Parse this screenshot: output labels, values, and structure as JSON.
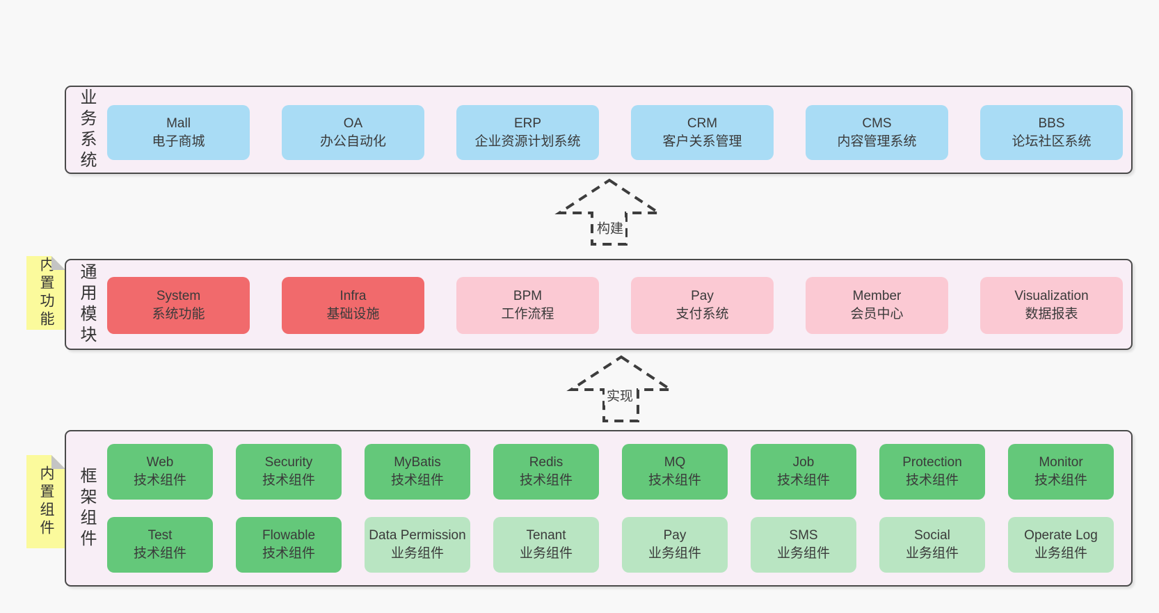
{
  "colors": {
    "blue": "#a9dcf5",
    "red": "#f16a6c",
    "pink": "#fbc9d3",
    "green": "#64c87a",
    "lightgreen": "#b9e5c2",
    "container_fill": "#f8eef6",
    "container_border": "#4a4a4a",
    "tab_yellow": "#fbfa9c",
    "tab_fold_gray": "#c4c4c4",
    "page_background": "#f8f8f8"
  },
  "arrows": [
    {
      "label": "构建"
    },
    {
      "label": "实现"
    }
  ],
  "layers": [
    {
      "side_label": "业务系统",
      "tab": "",
      "rows": [
        [
          {
            "name": "Mall",
            "desc": "电子商城",
            "variant": "blue"
          },
          {
            "name": "OA",
            "desc": "办公自动化",
            "variant": "blue"
          },
          {
            "name": "ERP",
            "desc": "企业资源计划系统",
            "variant": "blue"
          },
          {
            "name": "CRM",
            "desc": "客户关系管理",
            "variant": "blue"
          },
          {
            "name": "CMS",
            "desc": "内容管理系统",
            "variant": "blue"
          },
          {
            "name": "BBS",
            "desc": "论坛社区系统",
            "variant": "blue"
          }
        ]
      ]
    },
    {
      "side_label": "通用模块",
      "tab": "内置功能",
      "rows": [
        [
          {
            "name": "System",
            "desc": "系统功能",
            "variant": "red"
          },
          {
            "name": "Infra",
            "desc": "基础设施",
            "variant": "red"
          },
          {
            "name": "BPM",
            "desc": "工作流程",
            "variant": "pink"
          },
          {
            "name": "Pay",
            "desc": "支付系统",
            "variant": "pink"
          },
          {
            "name": "Member",
            "desc": "会员中心",
            "variant": "pink"
          },
          {
            "name": "Visualization",
            "desc": "数据报表",
            "variant": "pink"
          }
        ]
      ]
    },
    {
      "side_label": "框架组件",
      "tab": "内置组件",
      "rows": [
        [
          {
            "name": "Web",
            "desc": "技术组件",
            "variant": "green"
          },
          {
            "name": "Security",
            "desc": "技术组件",
            "variant": "green"
          },
          {
            "name": "MyBatis",
            "desc": "技术组件",
            "variant": "green"
          },
          {
            "name": "Redis",
            "desc": "技术组件",
            "variant": "green"
          },
          {
            "name": "MQ",
            "desc": "技术组件",
            "variant": "green"
          },
          {
            "name": "Job",
            "desc": "技术组件",
            "variant": "green"
          },
          {
            "name": "Protection",
            "desc": "技术组件",
            "variant": "green"
          },
          {
            "name": "Monitor",
            "desc": "技术组件",
            "variant": "green"
          }
        ],
        [
          {
            "name": "Test",
            "desc": "技术组件",
            "variant": "green"
          },
          {
            "name": "Flowable",
            "desc": "技术组件",
            "variant": "green"
          },
          {
            "name": "Data Permission",
            "desc": "业务组件",
            "variant": "lightgreen"
          },
          {
            "name": "Tenant",
            "desc": "业务组件",
            "variant": "lightgreen"
          },
          {
            "name": "Pay",
            "desc": "业务组件",
            "variant": "lightgreen"
          },
          {
            "name": "SMS",
            "desc": "业务组件",
            "variant": "lightgreen"
          },
          {
            "name": "Social",
            "desc": "业务组件",
            "variant": "lightgreen"
          },
          {
            "name": "Operate Log",
            "desc": "业务组件",
            "variant": "lightgreen"
          }
        ]
      ]
    }
  ]
}
